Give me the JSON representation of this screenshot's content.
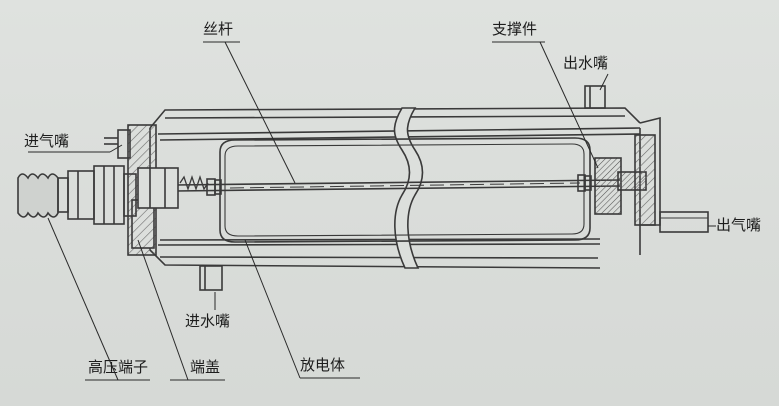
{
  "labels": {
    "screw_rod": "丝杆",
    "support": "支撑件",
    "water_outlet": "出水嘴",
    "gas_inlet": "进气嘴",
    "gas_outlet": "出气嘴",
    "water_inlet": "进水嘴",
    "hv_terminal": "高压端子",
    "end_cap": "端盖",
    "discharge_body": "放电体"
  },
  "colors": {
    "background": "#dcdfdc",
    "line": "#3a3a3a",
    "hatch": "#6a6a6a"
  }
}
